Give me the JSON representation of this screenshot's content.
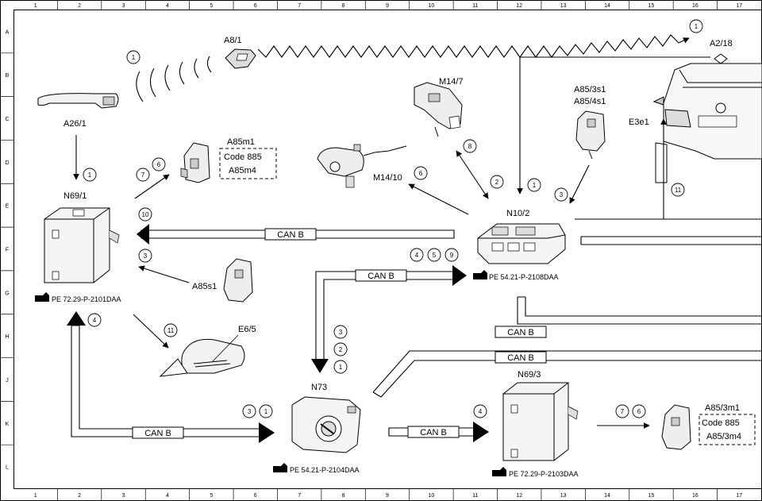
{
  "grid": {
    "columns": [
      "1",
      "2",
      "3",
      "4",
      "5",
      "6",
      "7",
      "8",
      "9",
      "10",
      "11",
      "12",
      "13",
      "14",
      "15",
      "16",
      "17"
    ],
    "rows": [
      "A",
      "B",
      "C",
      "D",
      "E",
      "F",
      "G",
      "H",
      "J",
      "K",
      "L"
    ]
  },
  "components": {
    "a8_1": "A8/1",
    "a2_18": "A2/18",
    "a26_1": "A26/1",
    "n69_1": "N69/1",
    "m14_7": "M14/7",
    "m14_10": "M14/10",
    "a85m1": "A85m1",
    "a85m4": "A85m4",
    "a85_3s1": "A85/3s1",
    "a85_4s1": "A85/4s1",
    "e3e1": "E3e1",
    "n10_2": "N10/2",
    "a85s1": "A85s1",
    "e6_5": "E6/5",
    "n73": "N73",
    "n69_3": "N69/3",
    "a85_3m1": "A85/3m1",
    "a85_3m4": "A85/3m4"
  },
  "code_885": "Code 885",
  "can_b": "CAN B",
  "refs": {
    "n69_1": "PE 72.29-P-2101DAA",
    "n10_2": "PE 54.21-P-2108DAA",
    "n73": "PE 54.21-P-2104DAA",
    "n69_3": "PE 72.29-P-2103DAA"
  },
  "markers": {
    "m_top_wave": "1",
    "m_a2_18": "1",
    "m_a26": "1",
    "m_a85m1_7": "7",
    "m_a85m1_6": "6",
    "m_can_top_10": "10",
    "m_a85s1_3": "3",
    "m_n69_4": "4",
    "m_e65_11": "11",
    "m_m147_8": "8",
    "m_m147_2": "2",
    "m_m1410_6": "6",
    "m_n102_1": "1",
    "m_a853s1_3": "3",
    "m_car_11": "11",
    "m_canmid_4": "4",
    "m_canmid_5": "5",
    "m_canmid_9": "9",
    "m_n73_3": "3",
    "m_n73_2": "2",
    "m_n73_1": "1",
    "m_n73_left_3": "3",
    "m_n73_left_1": "1",
    "m_n693_4": "4",
    "m_n693_7": "7",
    "m_n693_6": "6"
  }
}
